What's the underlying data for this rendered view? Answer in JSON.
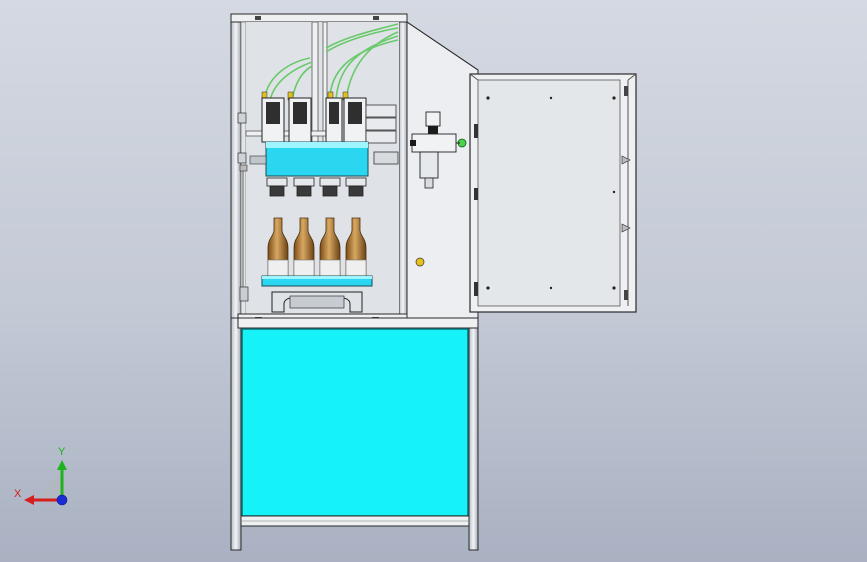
{
  "viewport": {
    "axis_x_label": "X",
    "axis_y_label": "Y"
  },
  "colors": {
    "background_top": "#d4d9e2",
    "background_bottom": "#a9b1c2",
    "cabinet_panel": "#16f3f8",
    "frame": "#e9ecef",
    "bottle": "#b07a33",
    "tube": "#6ac96a",
    "axis_x": "#d61e1e",
    "axis_y": "#1fb21f",
    "axis_z": "#1a2cd6"
  },
  "model": {
    "bottle_count": 4,
    "door_state": "open"
  }
}
